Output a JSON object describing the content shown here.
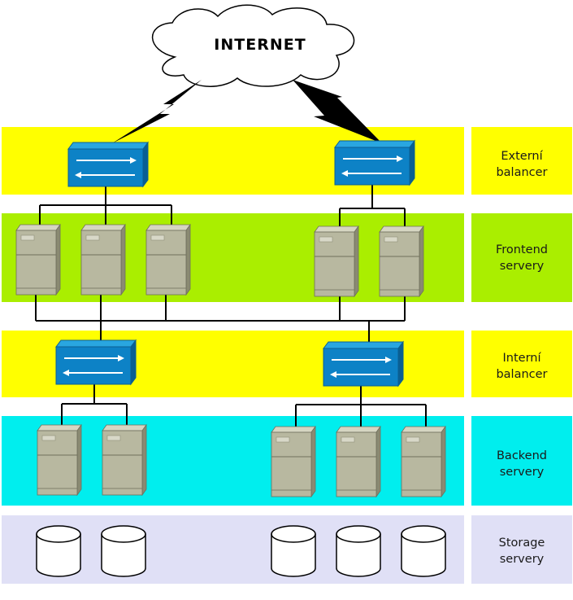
{
  "cloud": {
    "label": "INTERNET"
  },
  "tiers": [
    {
      "id": "external",
      "label_line1": "Externí",
      "label_line2": "balancer",
      "color": "#ffff00"
    },
    {
      "id": "frontend",
      "label_line1": "Frontend",
      "label_line2": "servery",
      "color": "#aaee00"
    },
    {
      "id": "internal",
      "label_line1": "Interní",
      "label_line2": "balancer",
      "color": "#ffff00"
    },
    {
      "id": "backend",
      "label_line1": "Backend",
      "label_line2": "servery",
      "color": "#00eeee"
    },
    {
      "id": "storage",
      "label_line1": "Storage",
      "label_line2": "servery",
      "color": "#e0e0f6"
    }
  ],
  "icons": {
    "switch": "network-switch-icon",
    "server": "server-tower-icon",
    "storage": "database-cylinder-icon",
    "link": "lightning-link-icon"
  },
  "colors": {
    "switch_top": "#29a6e0",
    "switch_front": "#0d82c6",
    "switch_side": "#0a5f93",
    "server_front": "#b8b8a0",
    "server_top": "#d6d6c2",
    "server_side": "#8a8a72",
    "line": "#000000"
  }
}
